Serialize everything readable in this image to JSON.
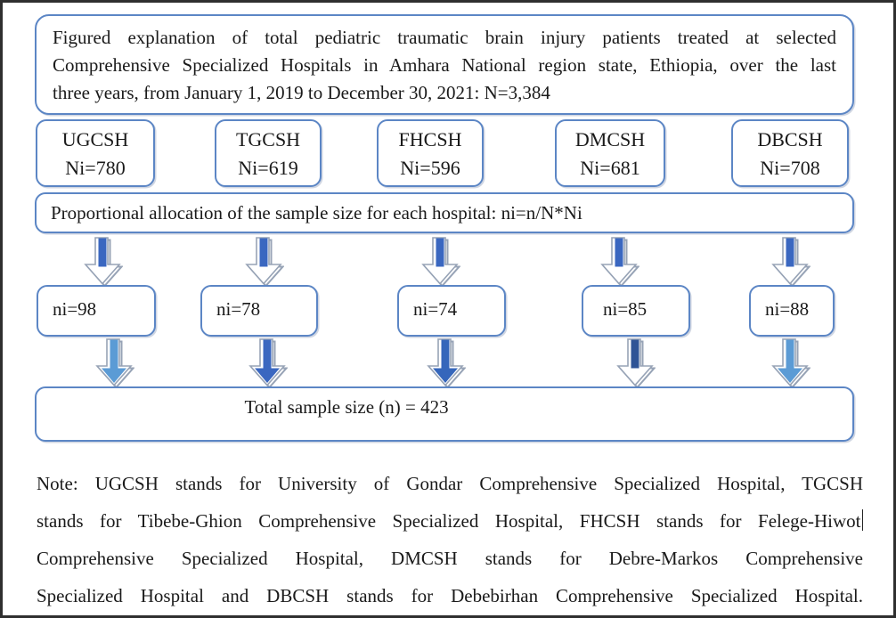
{
  "figure": {
    "title_box": {
      "lines": [
        "Figured explanation of total pediatric traumatic brain injury patients treated at selected",
        "Comprehensive Specialized Hospitals in Amhara National region state, Ethiopia, over the last",
        "three years, from January 1, 2019 to December 30, 2021: N=3,384"
      ]
    },
    "hospitals": [
      {
        "abbr": "UGCSH",
        "total": "Ni=780"
      },
      {
        "abbr": "TGCSH",
        "total": "Ni=619"
      },
      {
        "abbr": "FHCSH",
        "total": "Ni=596"
      },
      {
        "abbr": "DMCSH",
        "total": "Ni=681"
      },
      {
        "abbr": "DBCSH",
        "total": "Ni=708"
      }
    ],
    "allocation_box": {
      "text": "Proportional allocation of the sample size for each hospital: ni=n/N*Ni"
    },
    "sample_boxes": [
      {
        "label": "ni=98"
      },
      {
        "label": "ni=78"
      },
      {
        "label": "ni=74"
      },
      {
        "label": "ni=85"
      },
      {
        "label": "ni=88"
      }
    ],
    "arrows_row1": [
      {
        "stem": "#3a67c0",
        "head": "none"
      },
      {
        "stem": "#3a67c0",
        "head": "none"
      },
      {
        "stem": "#3a67c0",
        "head": "none"
      },
      {
        "stem": "#3a67c0",
        "head": "none"
      },
      {
        "stem": "#3a67c0",
        "head": "none"
      }
    ],
    "arrows_row2": [
      {
        "stem": "#5b9bd5",
        "head": "#5b9bd5"
      },
      {
        "stem": "#3a67c0",
        "head": "#3a67c0"
      },
      {
        "stem": "#3566bb",
        "head": "#3566bb"
      },
      {
        "stem": "#2f5496",
        "head": "none"
      },
      {
        "stem": "#5b9bd5",
        "head": "#5b9bd5"
      }
    ],
    "total_box": {
      "text": "Total sample size (n) = 423"
    },
    "note": {
      "lines": [
        "Note: UGCSH stands for University of Gondar Comprehensive Specialized Hospital, TGCSH",
        "stands for Tibebe-Ghion Comprehensive Specialized Hospital, FHCSH stands for Felege-Hiwot",
        "Comprehensive Specialized Hospital, DMCSH stands for Debre-Markos Comprehensive",
        "Specialized Hospital and DBCSH stands for Debebirhan Comprehensive Specialized Hospital."
      ]
    },
    "colors": {
      "box_border": "#5c86c5",
      "arrow_outline": "#97a3b6",
      "frame_border": "#2f2f2f"
    }
  }
}
